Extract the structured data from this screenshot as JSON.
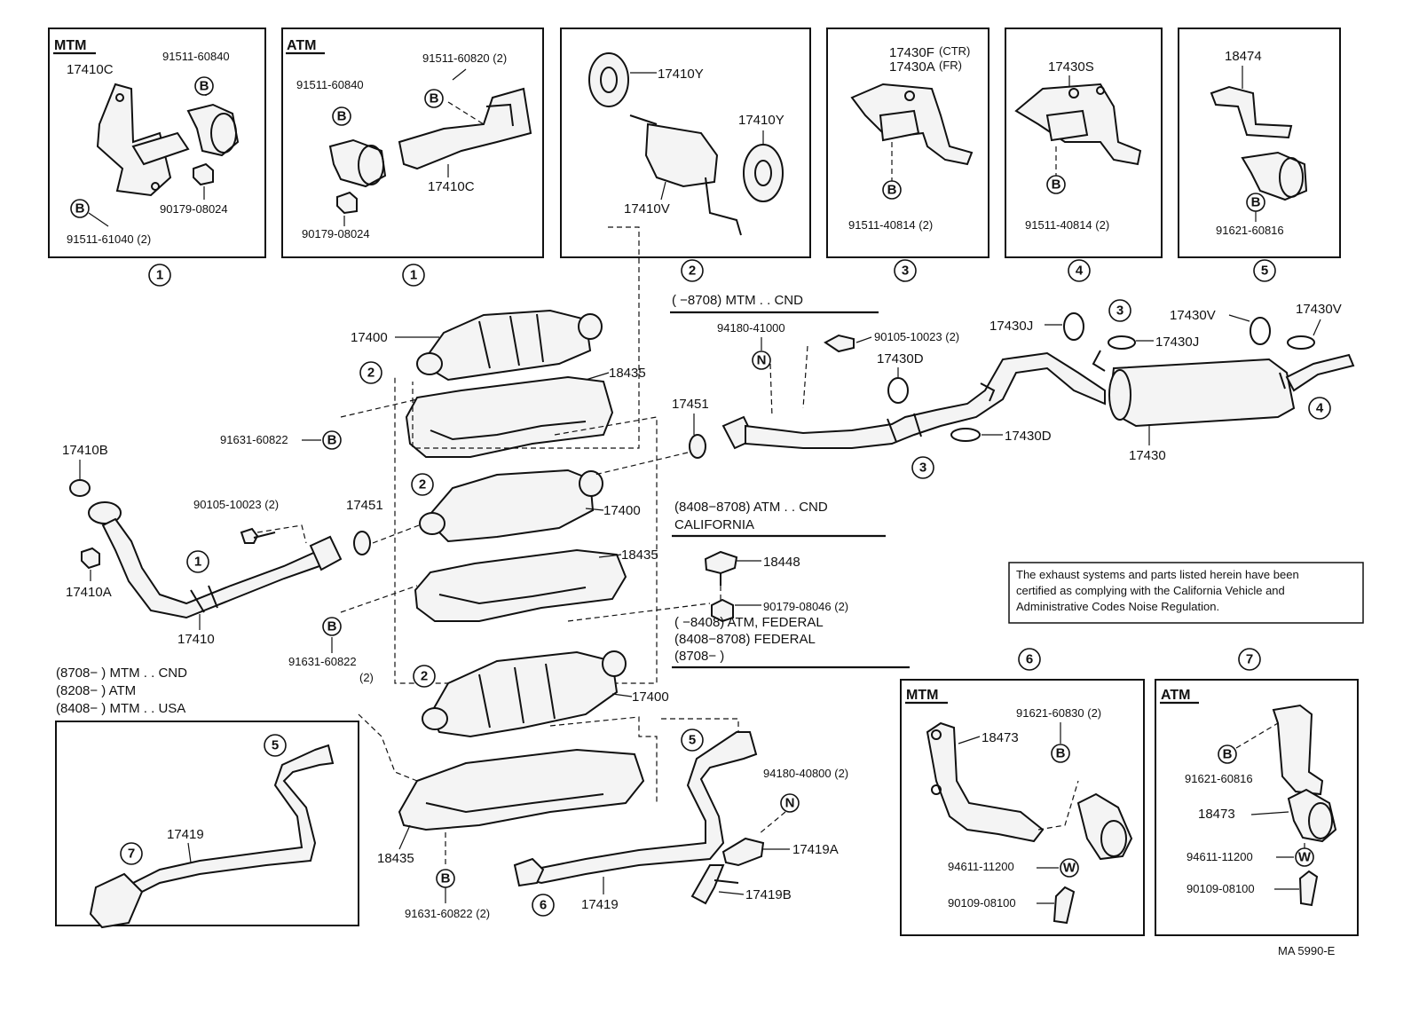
{
  "boxes": {
    "mtm_header": "MTM",
    "atm_header": "ATM",
    "mtm_bottom_header": "MTM",
    "atm_bottom_header": "ATM"
  },
  "labels": {
    "p17410C_a": "17410C",
    "p91511_60840_a": "91511-60840",
    "p90179_08024_a": "90179-08024",
    "p91511_61040": "91511-61040 (2)",
    "p91511_60840_b": "91511-60840",
    "p91511_60820": "91511-60820 (2)",
    "p17410C_b": "17410C",
    "p90179_08024_b": "90179-08024",
    "p17410Y_a": "17410Y",
    "p17410Y_b": "17410Y",
    "p17410V": "17410V",
    "p17430F": "17430F",
    "p17430F_ctr": "(CTR)",
    "p17430A": "17430A",
    "p17430A_fr": "(FR)",
    "p91511_40814_a": "91511-40814 (2)",
    "p17430S": "17430S",
    "p91511_40814_b": "91511-40814 (2)",
    "p18474": "18474",
    "p91621_60816_a": "91621-60816",
    "p17400_a": "17400",
    "p18435_a": "18435",
    "p91631_60822_a": "91631-60822",
    "p17400_b": "17400",
    "p18435_b": "18435",
    "p91631_60822_b": "91631-60822",
    "p91631_60822_b_qty": "(2)",
    "p17400_c": "17400",
    "p18435_c": "18435",
    "p91631_60822_c": "91631-60822 (2)",
    "p17410B": "17410B",
    "p17410A": "17410A",
    "p17410": "17410",
    "p90105_10023_a": "90105-10023 (2)",
    "p17451_a": "17451",
    "p17451_b": "17451",
    "p94180_41000": "94180-41000",
    "p90105_10023_b": "90105-10023 (2)",
    "p17430J_a": "17430J",
    "p17430J_b": "17430J",
    "p17430D_a": "17430D",
    "p17430D_b": "17430D",
    "p17430V_a": "17430V",
    "p17430V_b": "17430V",
    "p17430": "17430",
    "p18448": "18448",
    "p90179_08046": "90179-08046 (2)",
    "p17419_a": "17419",
    "p17419_b": "17419",
    "p94180_40800": "94180-40800 (2)",
    "p17419A": "17419A",
    "p17419B": "17419B",
    "p18473_a": "18473",
    "p91621_60830": "91621-60830 (2)",
    "p94611_11200_a": "94611-11200",
    "p90109_08100_a": "90109-08100",
    "p91621_60816_b": "91621-60816",
    "p18473_b": "18473",
    "p94611_11200_b": "94611-11200",
    "p90109_08100_b": "90109-08100"
  },
  "markers": {
    "b": "B",
    "n": "N",
    "w": "W"
  },
  "callouts": {
    "c1": "1",
    "c2": "2",
    "c3": "3",
    "c4": "4",
    "c5": "5",
    "c6": "6",
    "c7": "7"
  },
  "conditions": {
    "cnd_8708": "(      −8708) MTM . . CND",
    "atm_cnd": "(8408−8708) ATM . . CND",
    "california": "CALIFORNIA",
    "atm_federal": "(      −8408) ATM, FEDERAL",
    "federal": "(8408−8708) FEDERAL",
    "from_8708": "(8708−          )",
    "left_1": "(8708−         ) MTM . . CND",
    "left_2": "(8208−         ) ATM",
    "left_3": "(8408−         ) MTM . . USA"
  },
  "note": {
    "line1": "The exhaust systems and parts listed herein have been",
    "line2": "certified as complying with the California Vehicle and",
    "line3": "Administrative Codes Noise Regulation."
  },
  "footer": {
    "code": "MA  5990-E"
  }
}
